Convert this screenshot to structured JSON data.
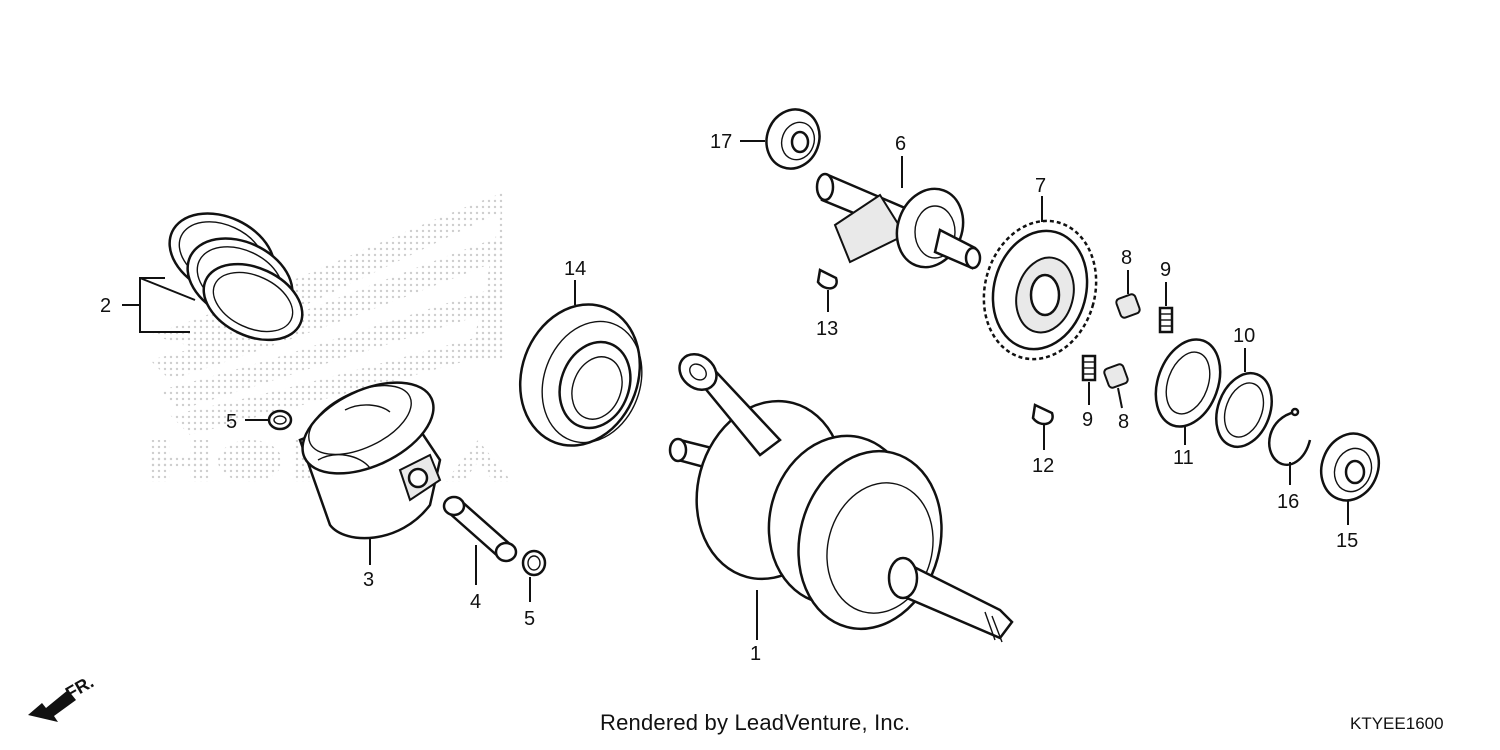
{
  "footer": {
    "credit": "Rendered by LeadVenture, Inc.",
    "code": "KTYEE1600"
  },
  "direction": {
    "label": "FR."
  },
  "callouts": {
    "c1": "1",
    "c2": "2",
    "c3": "3",
    "c4": "4",
    "c5a": "5",
    "c5b": "5",
    "c6": "6",
    "c7": "7",
    "c8a": "8",
    "c8b": "8",
    "c9a": "9",
    "c9b": "9",
    "c10": "10",
    "c11": "11",
    "c12": "12",
    "c13": "13",
    "c14": "14",
    "c15": "15",
    "c16": "16",
    "c17": "17"
  },
  "colors": {
    "line": "#111111",
    "watermark": "#cfcfcf",
    "background": "#ffffff"
  },
  "watermark": {
    "brand": "HONDA",
    "icon": "honda-wing-logo"
  }
}
